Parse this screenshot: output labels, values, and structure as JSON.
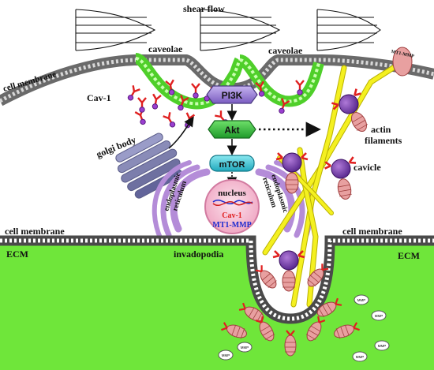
{
  "labels": {
    "shear_flow": "shear flow",
    "cell_membrane_top": "cell membrane",
    "caveolae_left": "caveolae",
    "caveolae_right": "caveolae",
    "cav1": "Cav-1",
    "golgi": "golgi body",
    "pi3k": "PI3K",
    "akt": "Akt",
    "mtor": "mTOR",
    "nucleus": "nucleus",
    "nucleus_cav1": "Cav-1",
    "nucleus_mt1": "MT1-MMP",
    "er_left_1": "endoplasmic",
    "er_left_2": "reticulum",
    "er_right_1": "endoplasmic",
    "er_right_2": "reticulum",
    "actin_1": "actin",
    "actin_2": "filaments",
    "cavicle": "cavicle",
    "cell_membrane_left": "cell membrane",
    "cell_membrane_right": "cell membrane",
    "ecm_left": "ECM",
    "ecm_right": "ECM",
    "invadopodia": "invadopodia",
    "mt1_tag": "MT1-MMP",
    "mmp_tag": "MMP"
  },
  "colors": {
    "ecm_green": "#6fe63a",
    "membrane_grey": "#7a7a7a",
    "caveolae_green": "#7af04a",
    "pi3k_purple": "#9a7fd6",
    "akt_green": "#2fb83a",
    "mtor_cyan": "#37c8d8",
    "nucleus_pink": "#f4b8cf",
    "er_lilac": "#b48cd8",
    "actin_yellow": "#f4f020",
    "cavicle_purple": "#7a3fb0",
    "cav1_red": "#e02020",
    "golgi_slate": "#8a8cb8",
    "mmp_pink": "#e8a0a0",
    "nucleus_mt1_blue": "#1a2ad0"
  }
}
